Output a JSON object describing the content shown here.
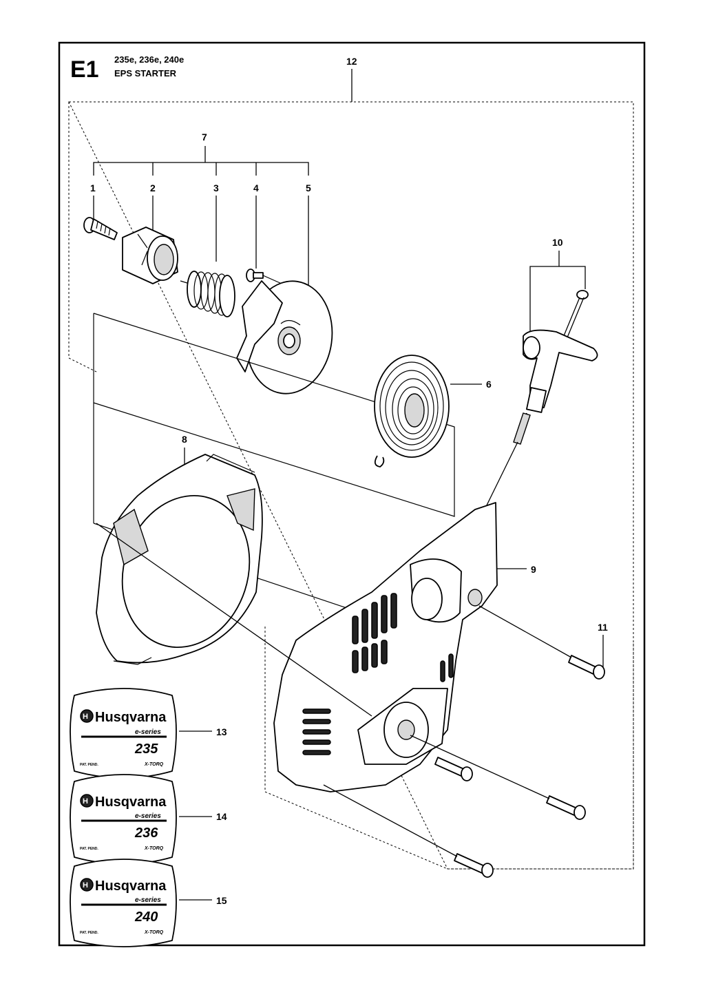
{
  "header": {
    "code": "E1",
    "models": "235e, 236e, 240e",
    "title": "EPS STARTER"
  },
  "callouts": {
    "c1": "1",
    "c2": "2",
    "c3": "3",
    "c4": "4",
    "c5": "5",
    "c6": "6",
    "c7": "7",
    "c8": "8",
    "c9": "9",
    "c10": "10",
    "c11": "11",
    "c12": "12",
    "c13": "13",
    "c14": "14",
    "c15": "15"
  },
  "decals": [
    {
      "brand": "Husqvarna",
      "series": "e-series",
      "model": "235",
      "left_note": "PAT. PEND.",
      "right_note": "X-TORQ"
    },
    {
      "brand": "Husqvarna",
      "series": "e-series",
      "model": "236",
      "left_note": "PAT. PEND.",
      "right_note": "X-TORQ"
    },
    {
      "brand": "Husqvarna",
      "series": "e-series",
      "model": "240",
      "left_note": "PAT. PEND.",
      "right_note": "X-TORQ"
    }
  ],
  "icons": [
    "husqvarna-logo-icon",
    "screw-icon",
    "spring-icon",
    "pulley-icon",
    "starter-handle-icon",
    "starter-housing-icon",
    "fan-cover-icon"
  ]
}
